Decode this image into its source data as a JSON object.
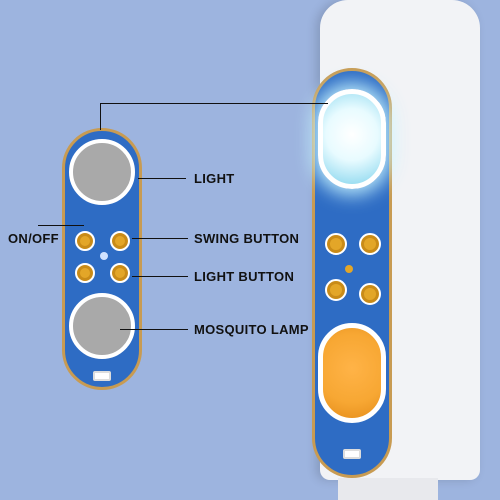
{
  "labels": {
    "light": "LIGHT",
    "on_off": "ON/OFF",
    "swing_button": "SWING BUTTON",
    "light_button": "LIGHT BUTTON",
    "mosquito_lamp": "MOSQUITO LAMP"
  },
  "colors": {
    "background": "#9db4df",
    "panel_blue": "#2e6cc4",
    "trim_gold": "#c89b52",
    "button_amber": "#e3a628",
    "light_glow": "#d9f6ff",
    "mosquito_orange": "#f7a733"
  }
}
